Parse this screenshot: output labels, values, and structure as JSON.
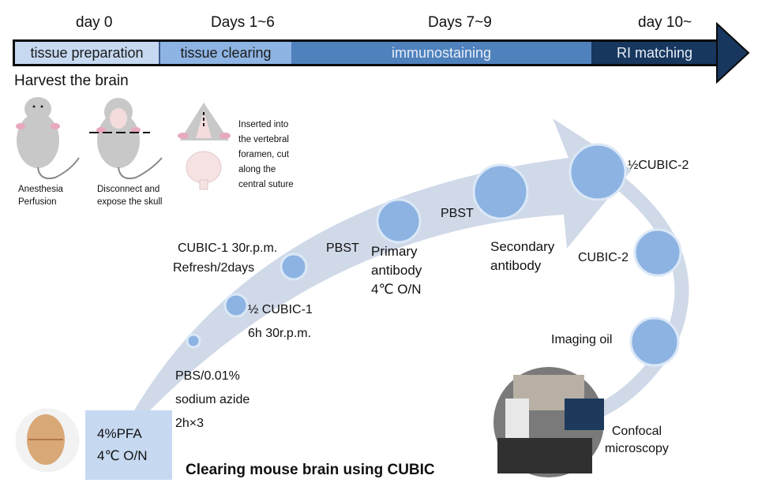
{
  "timeline": {
    "days": [
      "day 0",
      "Days  1~6",
      "Days 7~9",
      "day 10~"
    ],
    "stages": [
      "tissue preparation",
      "tissue clearing",
      "immunostaining",
      "RI matching"
    ],
    "colors": {
      "tissue_preparation": "#c6d9f1",
      "tissue_clearing": "#8eb4e3",
      "immunostaining": "#4f81bd",
      "ri_matching": "#17375e",
      "arrow_head": "#17375e"
    }
  },
  "harvest": {
    "title": "Harvest the brain",
    "steps": [
      {
        "lines": [
          "Anesthesia",
          "Perfusion"
        ]
      },
      {
        "lines": [
          "Disconnect and",
          "expose the skull"
        ]
      },
      {
        "lines": [
          "Inserted into",
          "the vertebral",
          "foramen, cut",
          "along the",
          "central suture"
        ]
      }
    ]
  },
  "fixation": {
    "lines": [
      "4%PFA",
      "4℃ O/N"
    ]
  },
  "workflow": {
    "curve_color": "#d0d9e8",
    "node_color": "#8db3e2",
    "node_border": "#dbe8f7",
    "labels": {
      "pbs": [
        "PBS/0.01%",
        "sodium azide",
        "2h×3"
      ],
      "half_cubic1": [
        "½ CUBIC-1",
        "6h 30r.p.m."
      ],
      "cubic1": [
        "CUBIC-1  30r.p.m.",
        "Refresh/2days"
      ],
      "pbst1": "PBST",
      "primary": [
        "Primary",
        "antibody",
        "4℃ O/N"
      ],
      "pbst2": "PBST",
      "secondary": [
        "Secondary",
        "antibody"
      ],
      "half_cubic2": "½CUBIC-2",
      "cubic2": "CUBIC-2",
      "imaging_oil": "Imaging oil",
      "confocal": [
        "Confocal",
        "microscopy"
      ]
    }
  },
  "caption": "Clearing mouse brain using CUBIC"
}
